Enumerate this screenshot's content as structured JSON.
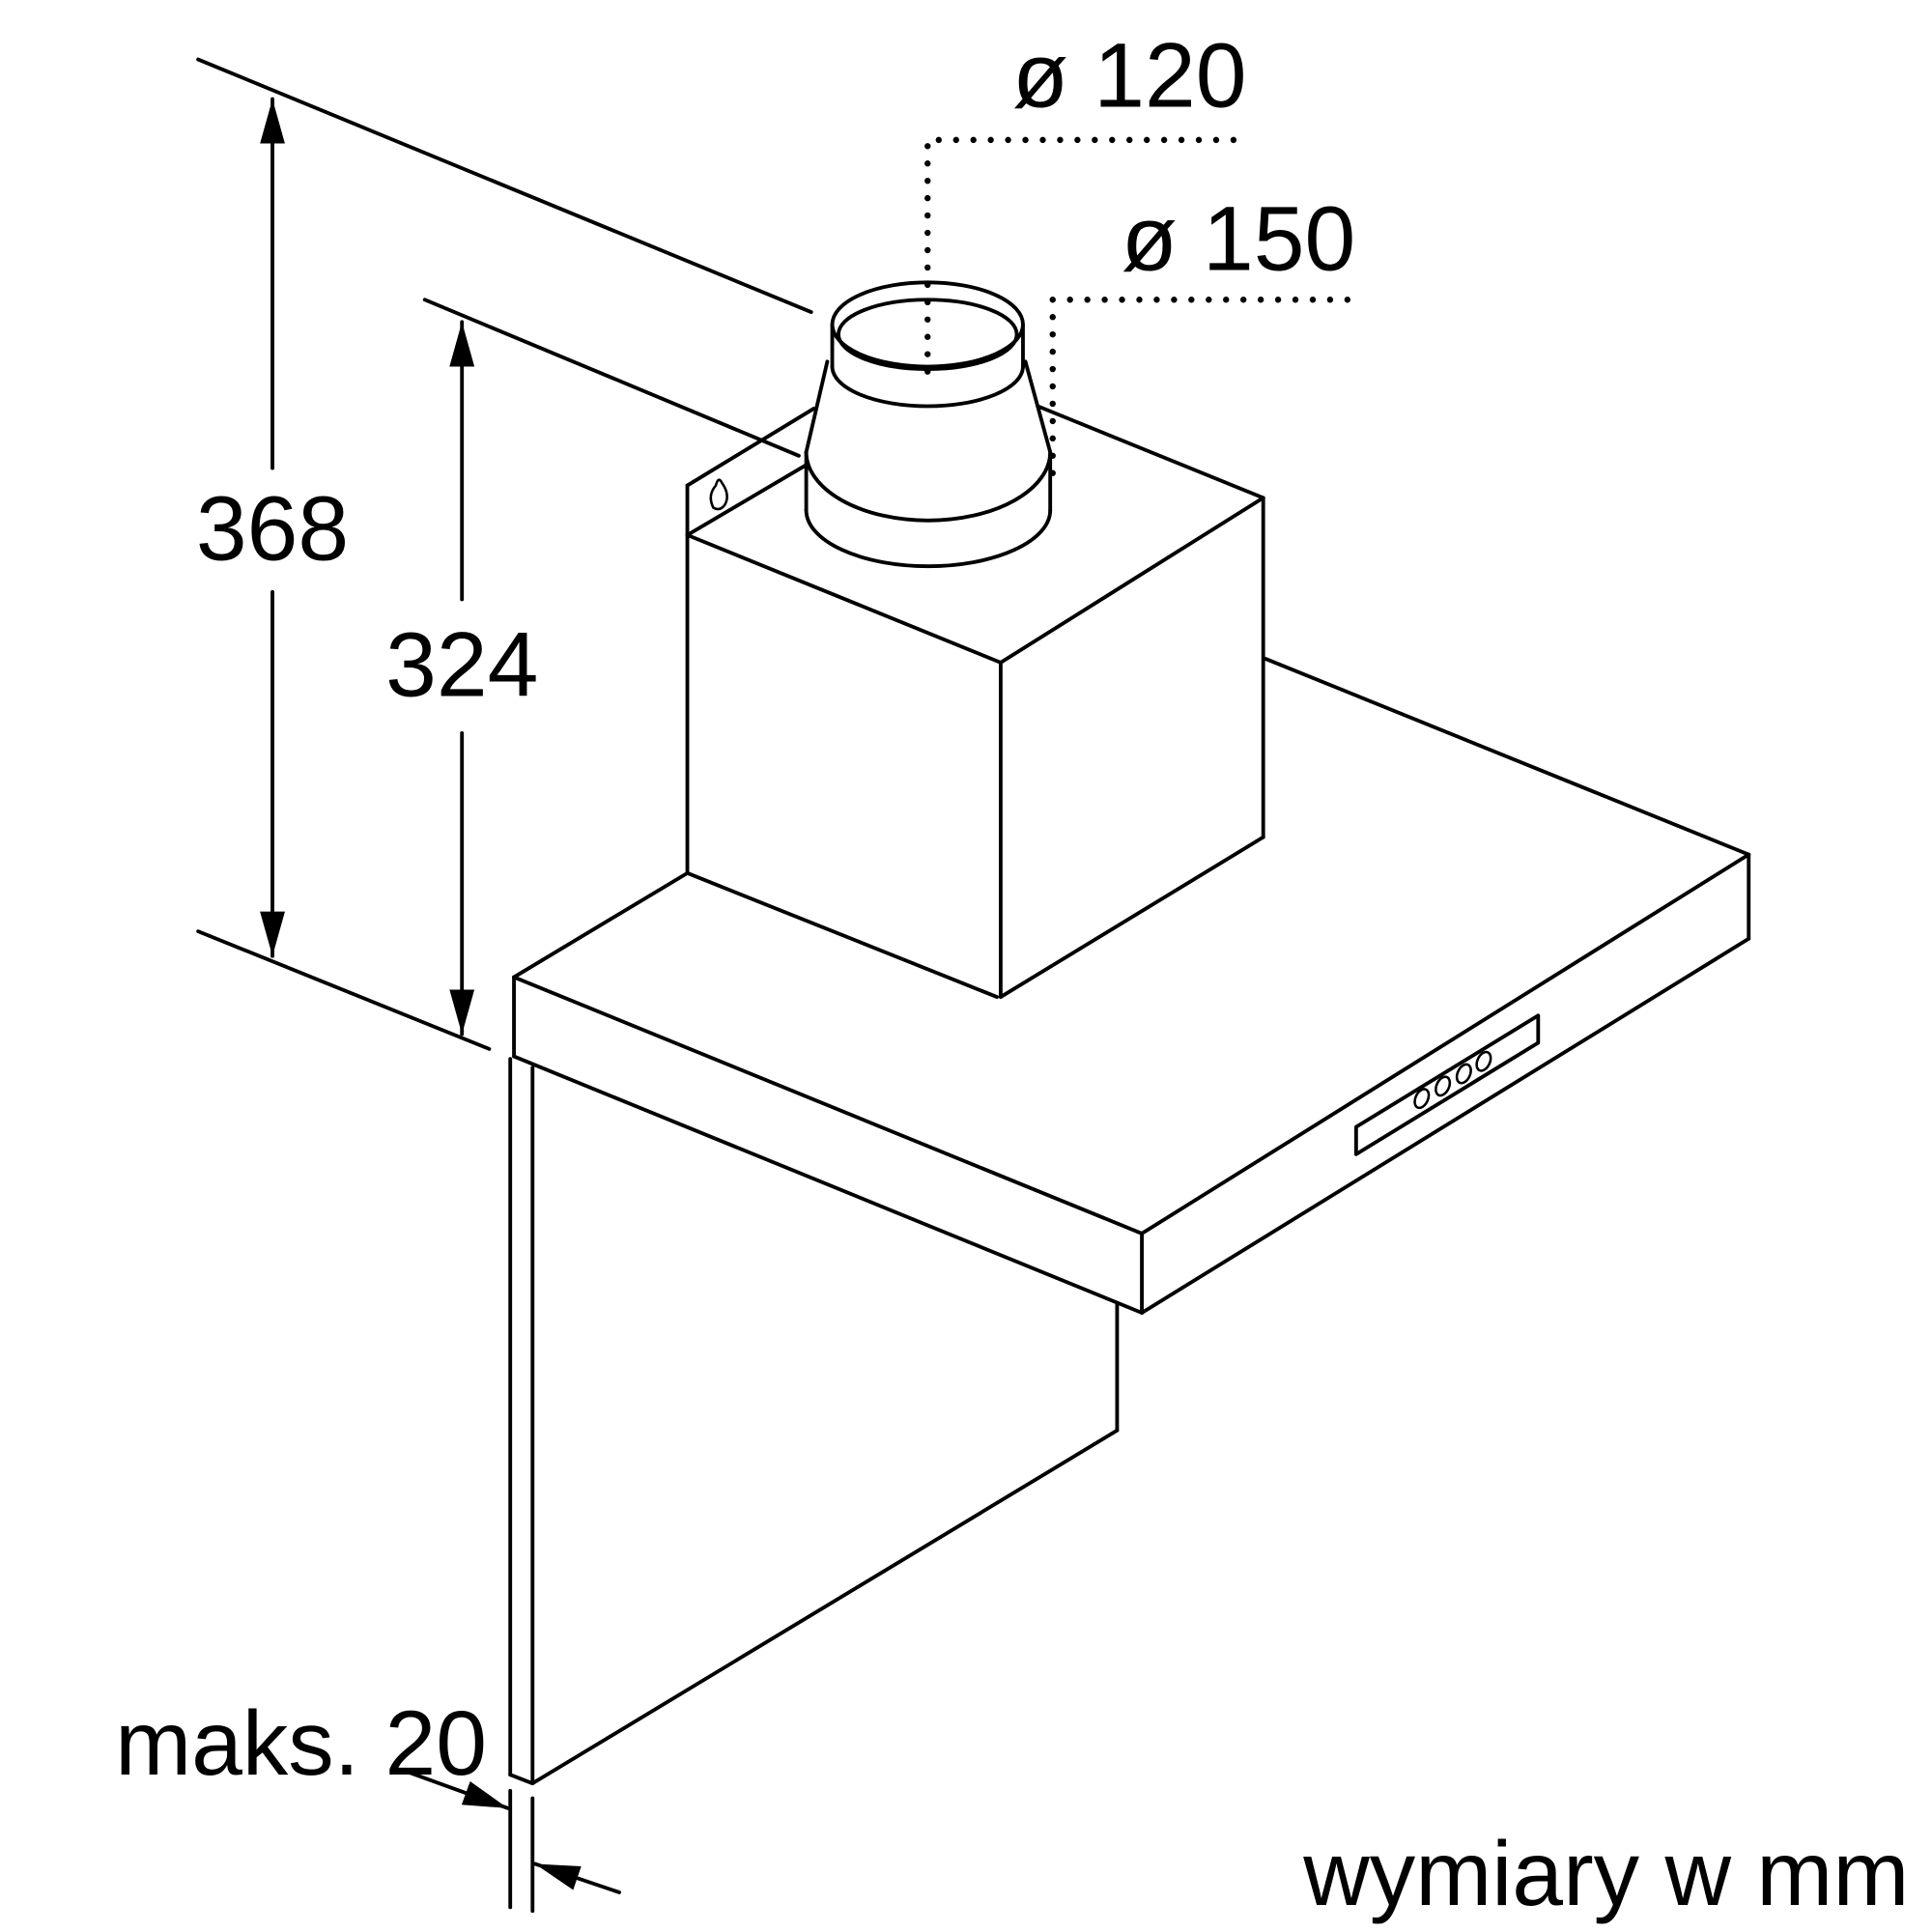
{
  "dimensions": {
    "duct_inner_diameter": "ø 120",
    "duct_outer_diameter": "ø 150",
    "total_height": "368",
    "chimney_height": "324",
    "max_gap": "maks. 20"
  },
  "units_note": "wymiary w mm"
}
